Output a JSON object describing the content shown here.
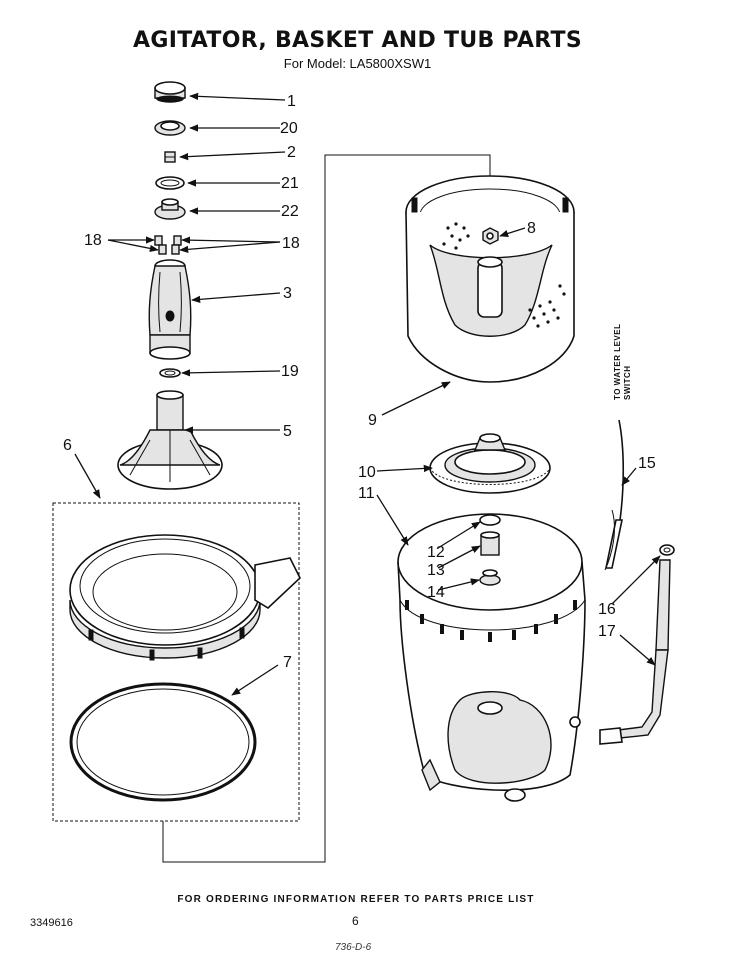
{
  "header": {
    "title": "AGITATOR, BASKET AND TUB PARTS",
    "subtitle": "For Model: LA5800XSW1"
  },
  "footer": {
    "note": "FOR ORDERING INFORMATION REFER TO PARTS PRICE LIST",
    "doc_number": "3349616",
    "page_number": "6",
    "scribble": "736-D-6"
  },
  "side_label": {
    "line1": "TO WATER LEVEL",
    "line2": "SWITCH"
  },
  "callouts": {
    "c1": "1",
    "c20": "20",
    "c2": "2",
    "c21": "21",
    "c22": "22",
    "c18_left": "18",
    "c18_right": "18",
    "c3": "3",
    "c19": "19",
    "c5": "5",
    "c6": "6",
    "c7": "7",
    "c8": "8",
    "c9": "9",
    "c10": "10",
    "c11": "11",
    "c12": "12",
    "c13": "13",
    "c14": "14",
    "c15": "15",
    "c16": "16",
    "c17": "17"
  }
}
